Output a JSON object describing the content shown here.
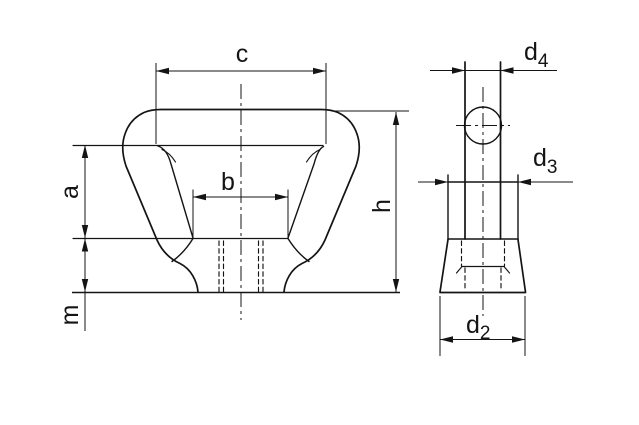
{
  "page": {
    "background": "#ffffff"
  },
  "drawing": {
    "kind": "technical-dimension-drawing",
    "line_color": "#141414",
    "front_view": {
      "name": "front-view",
      "labels": {
        "c": "c",
        "a": "a",
        "b": "b",
        "m": "m",
        "h": "h"
      }
    },
    "side_view": {
      "name": "side-view",
      "labels": {
        "d4": {
          "base": "d",
          "sub": "4"
        },
        "d3": {
          "base": "d",
          "sub": "3"
        },
        "d2": {
          "base": "d",
          "sub": "2"
        }
      }
    }
  }
}
